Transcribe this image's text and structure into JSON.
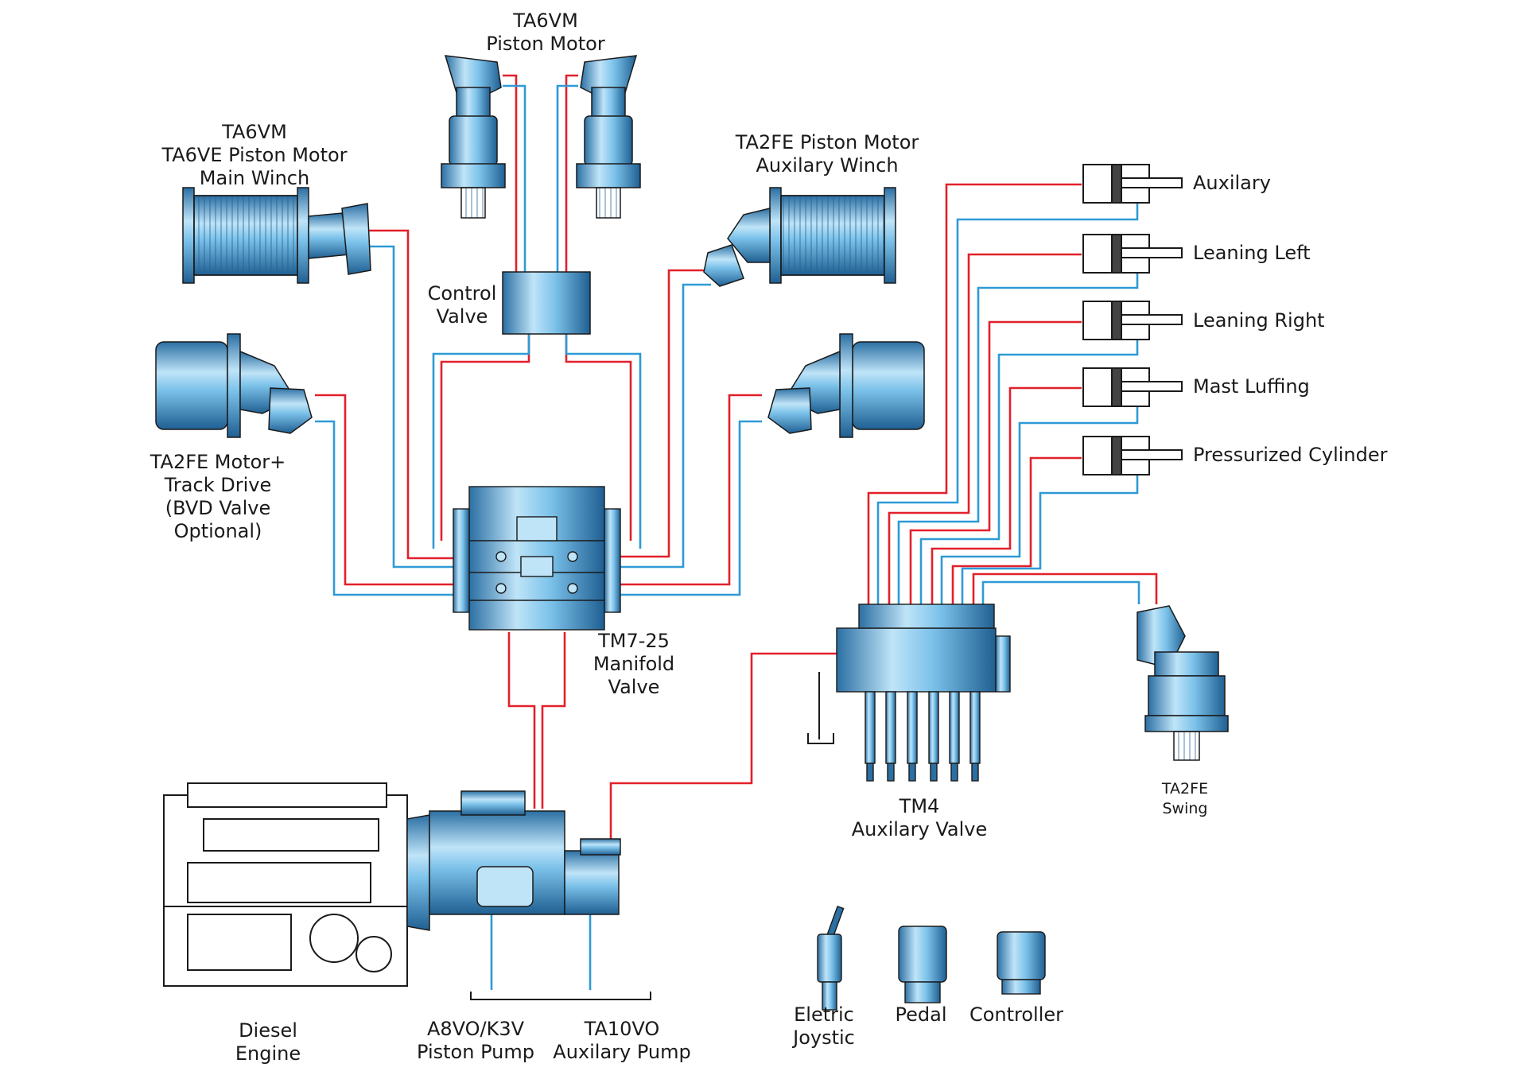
{
  "colors": {
    "pressure_line": "#e2202a",
    "return_line": "#2e9ad6",
    "component_fill": "#7cc2ea",
    "component_dark": "#2b6fa3",
    "outline": "#1a1a1a"
  },
  "labels": {
    "piston_motor_top": [
      "TA6VM",
      "Piston Motor"
    ],
    "main_winch": [
      "TA6VM",
      "TA6VE Piston Motor",
      "Main Winch"
    ],
    "aux_winch": [
      "TA2FE Piston Motor",
      "Auxilary Winch"
    ],
    "control_valve": [
      "Control",
      "Valve"
    ],
    "track_drive": [
      "TA2FE Motor+",
      "Track Drive",
      "(BVD Valve",
      "Optional)"
    ],
    "manifold": [
      "TM7-25",
      "Manifold",
      "Valve"
    ],
    "aux_valve": [
      "TM4",
      "Auxilary Valve"
    ],
    "swing": [
      "TA2FE",
      "Swing"
    ],
    "engine": [
      "Diesel",
      "Engine"
    ],
    "main_pump": [
      "A8VO/K3V",
      "Piston Pump"
    ],
    "aux_pump": [
      "TA10VO",
      "Auxilary Pump"
    ],
    "joystick": [
      "Eletric",
      "Joystic"
    ],
    "pedal": [
      "Pedal"
    ],
    "controller": [
      "Controller"
    ]
  },
  "cylinders": [
    "Auxilary",
    "Leaning Left",
    "Leaning Right",
    "Mast Luffing",
    "Pressurized Cylinder"
  ]
}
